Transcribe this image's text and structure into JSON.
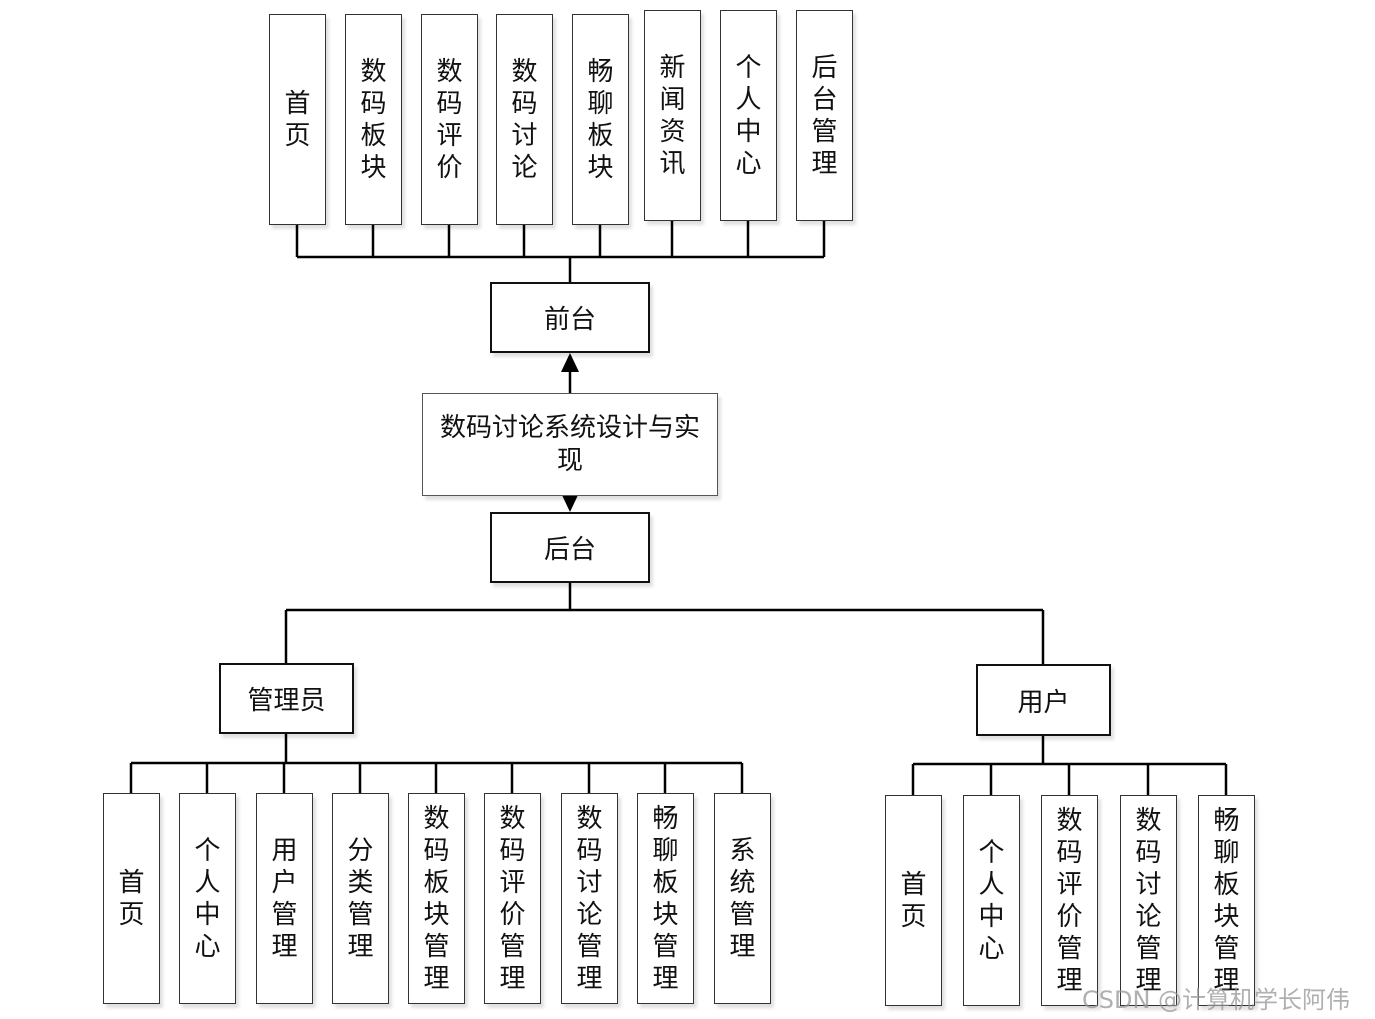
{
  "system": {
    "title": "数码讨论系统设计与实现"
  },
  "frontend": {
    "label": "前台",
    "modules": [
      "首页",
      "数码板块",
      "数码评价",
      "数码讨论",
      "畅聊板块",
      "新闻资讯",
      "个人中心",
      "后台管理"
    ]
  },
  "backend": {
    "label": "后台",
    "admin": {
      "label": "管理员",
      "modules": [
        "首页",
        "个人中心",
        "用户管理",
        "分类管理",
        "数码板块管理",
        "数码评价管理",
        "数码讨论管理",
        "畅聊板块管理",
        "系统管理"
      ]
    },
    "user": {
      "label": "用户",
      "modules": [
        "首页",
        "个人中心",
        "数码评价管理",
        "数码讨论管理",
        "畅聊板块管理"
      ]
    }
  },
  "watermark": "CSDN @计算机学长阿伟"
}
